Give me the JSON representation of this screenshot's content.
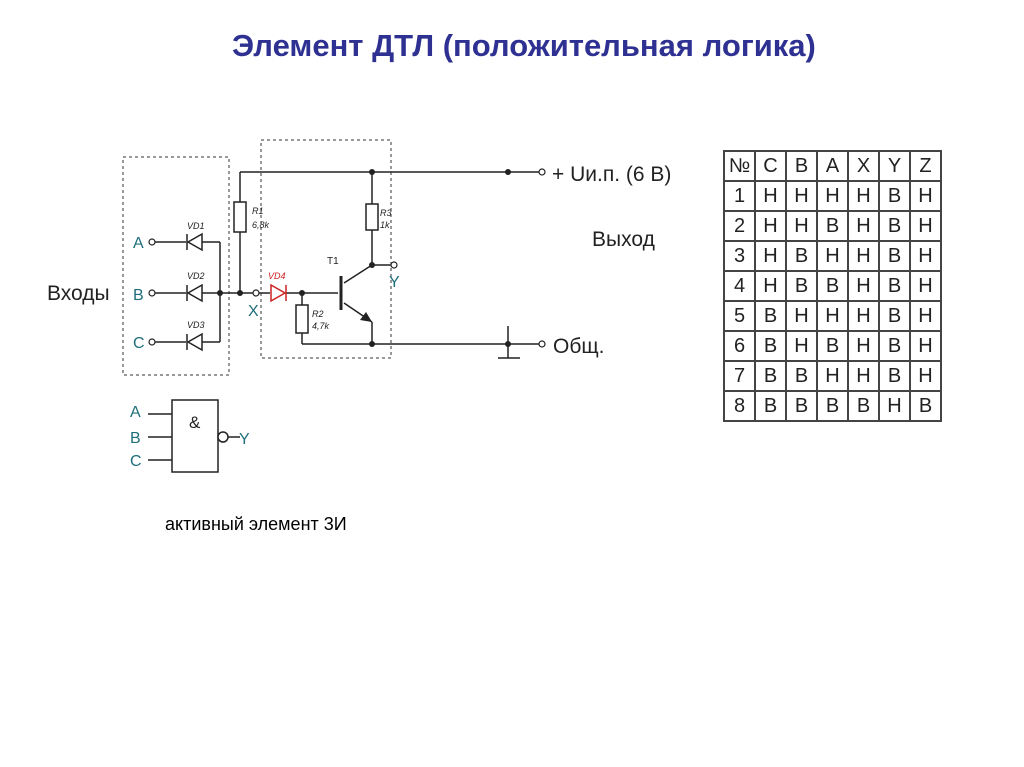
{
  "title": "Элемент ДТЛ (положительная логика)",
  "caption": "активный элемент 3И",
  "circuit": {
    "inputs_label": "Входы",
    "input_a": "A",
    "input_b": "B",
    "input_c": "C",
    "vd1": "VD1",
    "vd2": "VD2",
    "vd3": "VD3",
    "vd4": "VD4",
    "r1_name": "R1",
    "r1_value": "6,8k",
    "r2_name": "R2",
    "r2_value": "4,7k",
    "r3_name": "R3",
    "r3_value": "1k",
    "t1": "T1",
    "x_label": "X",
    "y_label": "Y",
    "supply_label": "+ Uи.п. (6 В)",
    "output_label": "Выход",
    "ground_label": "Общ."
  },
  "gate": {
    "symbol": "&",
    "input_a": "A",
    "input_b": "B",
    "input_c": "C",
    "output": "Y"
  },
  "truth_table": {
    "headers": [
      "№",
      "C",
      "B",
      "A",
      "X",
      "Y",
      "Z"
    ],
    "rows": [
      [
        "1",
        "Н",
        "Н",
        "Н",
        "Н",
        "В",
        "Н"
      ],
      [
        "2",
        "Н",
        "Н",
        "В",
        "Н",
        "В",
        "Н"
      ],
      [
        "3",
        "Н",
        "В",
        "Н",
        "Н",
        "В",
        "Н"
      ],
      [
        "4",
        "Н",
        "В",
        "В",
        "Н",
        "В",
        "Н"
      ],
      [
        "5",
        "В",
        "Н",
        "Н",
        "Н",
        "В",
        "Н"
      ],
      [
        "6",
        "В",
        "Н",
        "В",
        "Н",
        "В",
        "Н"
      ],
      [
        "7",
        "В",
        "В",
        "Н",
        "Н",
        "В",
        "Н"
      ],
      [
        "8",
        "В",
        "В",
        "В",
        "В",
        "Н",
        "В"
      ]
    ]
  }
}
